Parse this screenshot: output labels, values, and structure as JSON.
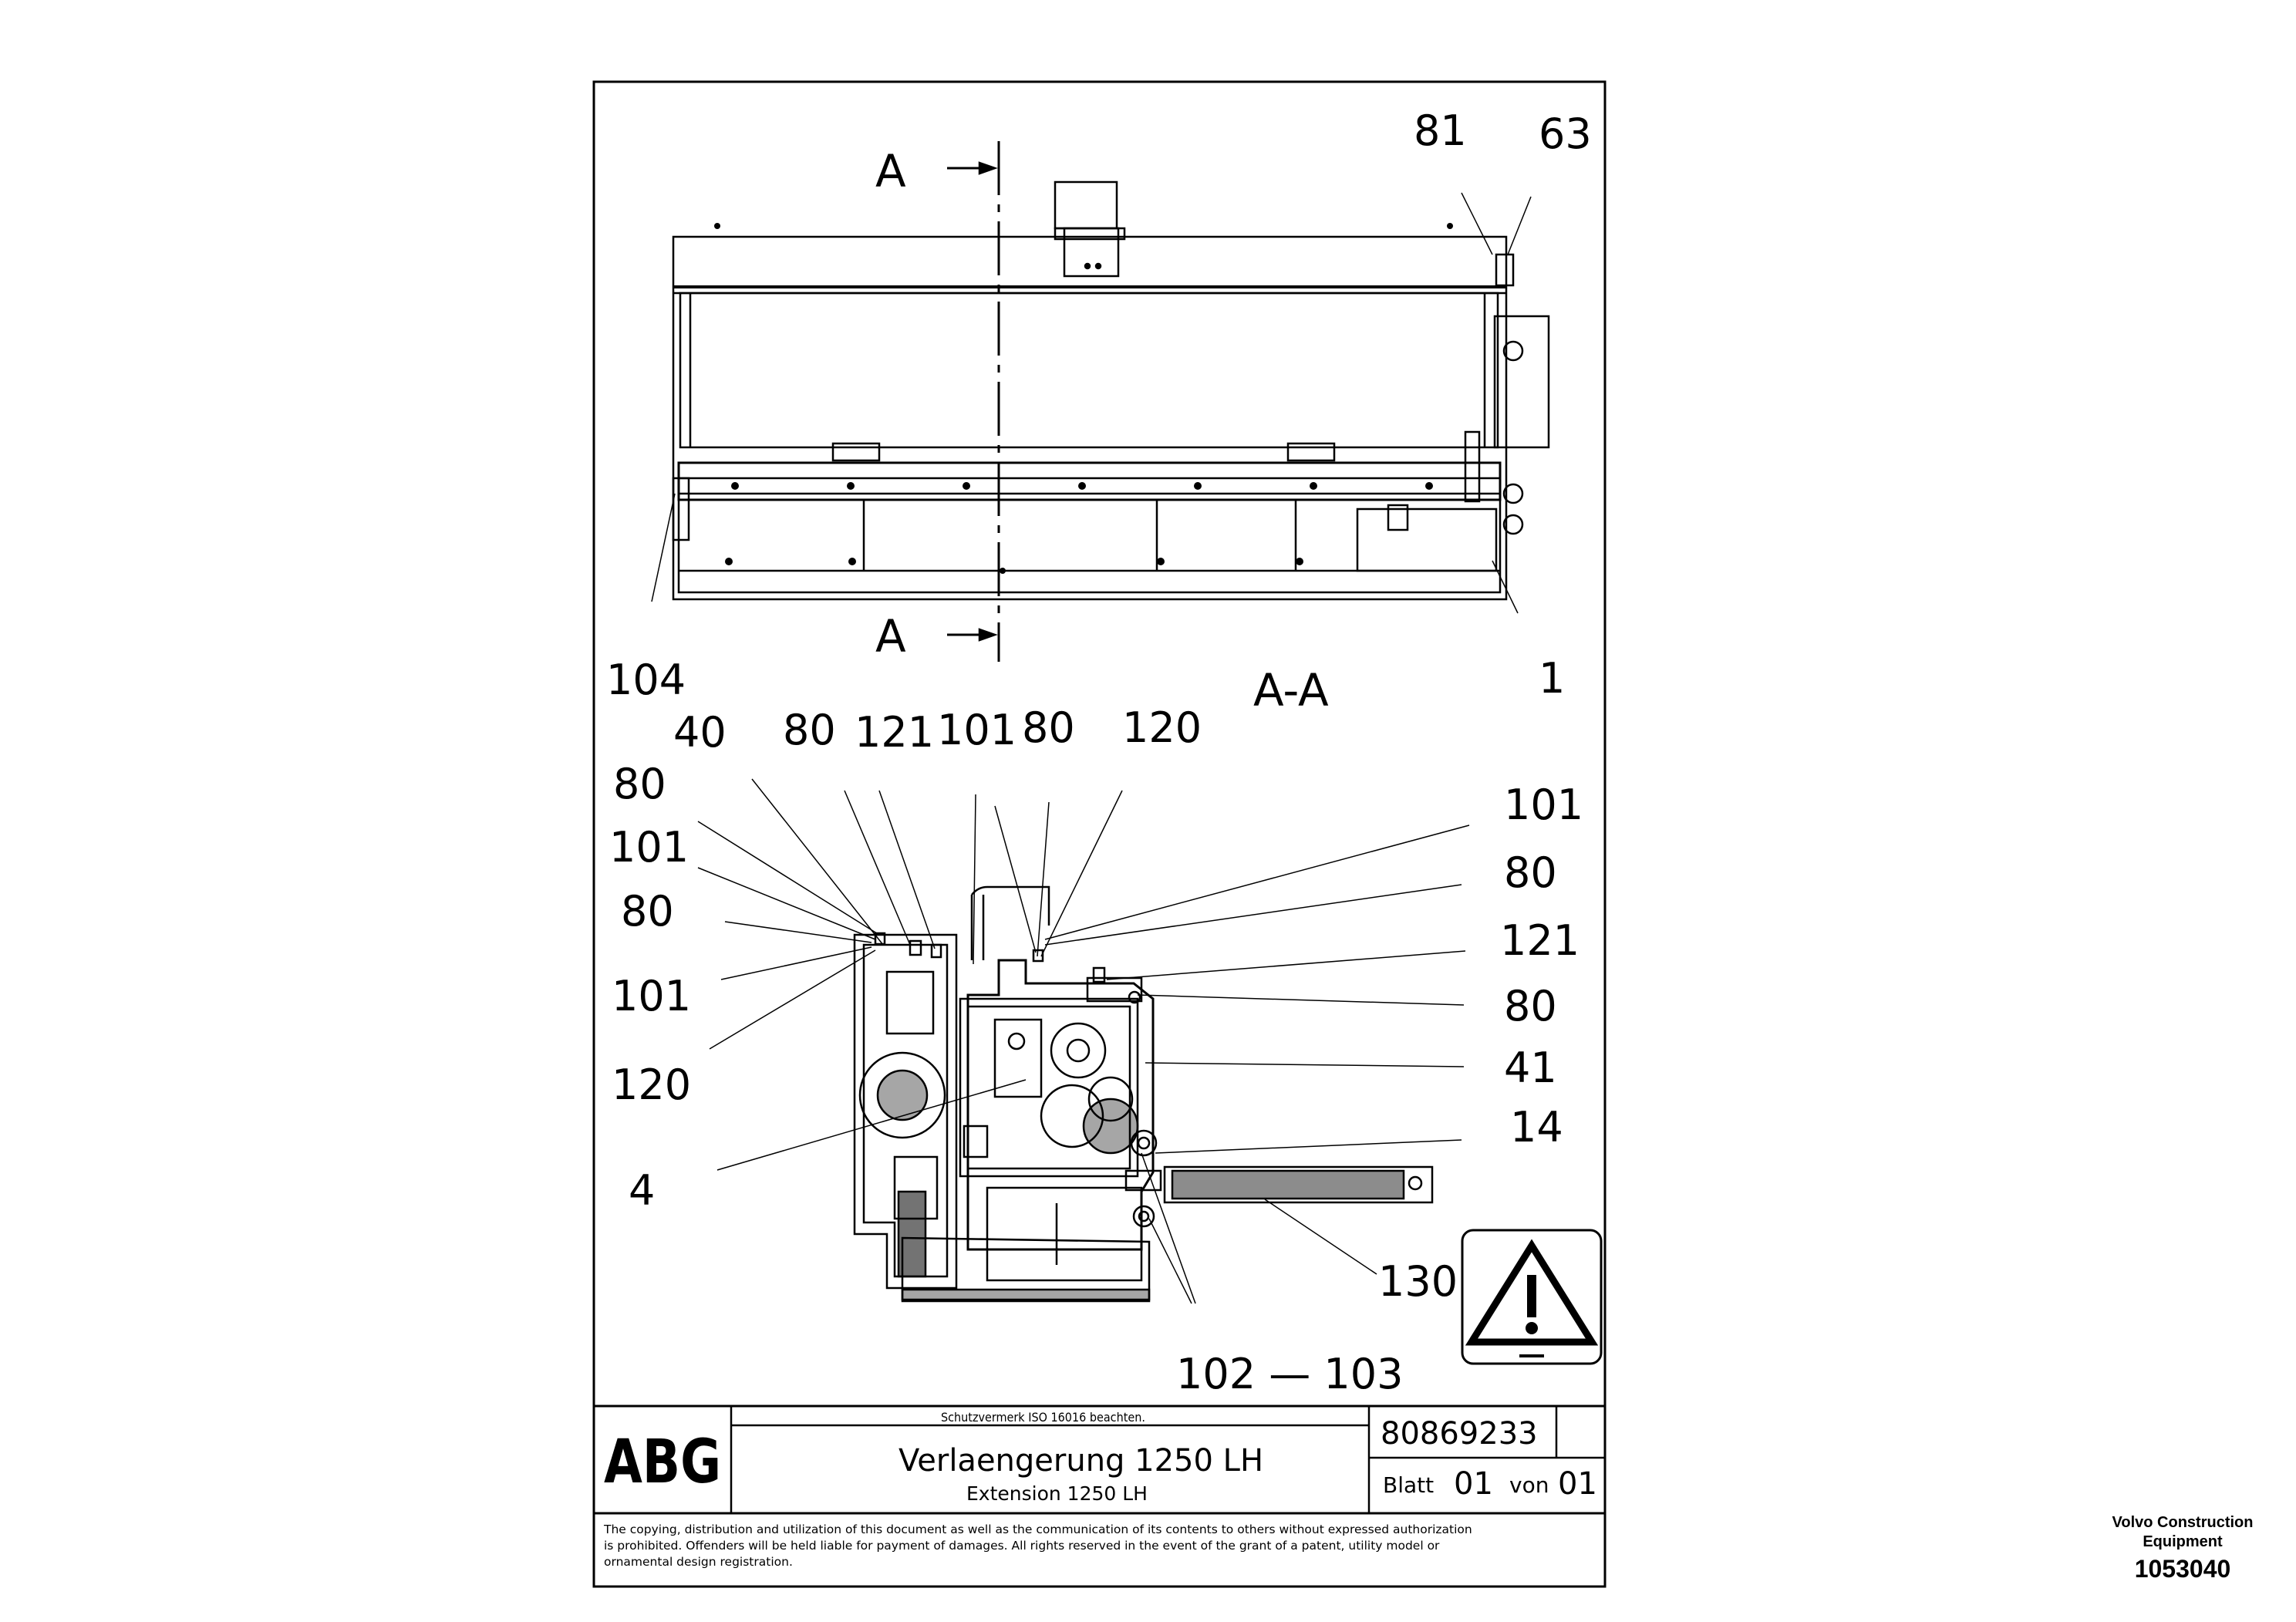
{
  "section_marks": {
    "top": "A",
    "bottom": "A",
    "view": "A-A"
  },
  "callouts_top": [
    "81",
    "63",
    "104",
    "1"
  ],
  "callouts_section": [
    "40",
    "80",
    "121",
    "101",
    "80",
    "120",
    "80",
    "101",
    "80",
    "101",
    "120",
    "4",
    "101",
    "80",
    "121",
    "80",
    "41",
    "14",
    "130",
    "102 — 103"
  ],
  "title_block": {
    "company": "ABG",
    "protection_note": "Schutzvermerk ISO 16016 beachten.",
    "title": "Verlaengerung 1250 LH",
    "subtitle": "Extension 1250 LH",
    "drawing_number": "80869233",
    "sheet_label": "Blatt",
    "sheet_number": "01",
    "of_label": "von",
    "sheet_total": "01",
    "legal_lines": [
      "The copying, distribution and utilization of this document as well as the communication of its contents to others without expressed authorization",
      "is prohibited. Offenders will be held liable for payment of damages. All rights reserved in the event of the grant of a patent, utility model or",
      "ornamental design registration."
    ]
  },
  "warning_icon": "warning-triangle-icon",
  "watermark": {
    "company": "Volvo Construction Equipment",
    "number": "1053040"
  }
}
